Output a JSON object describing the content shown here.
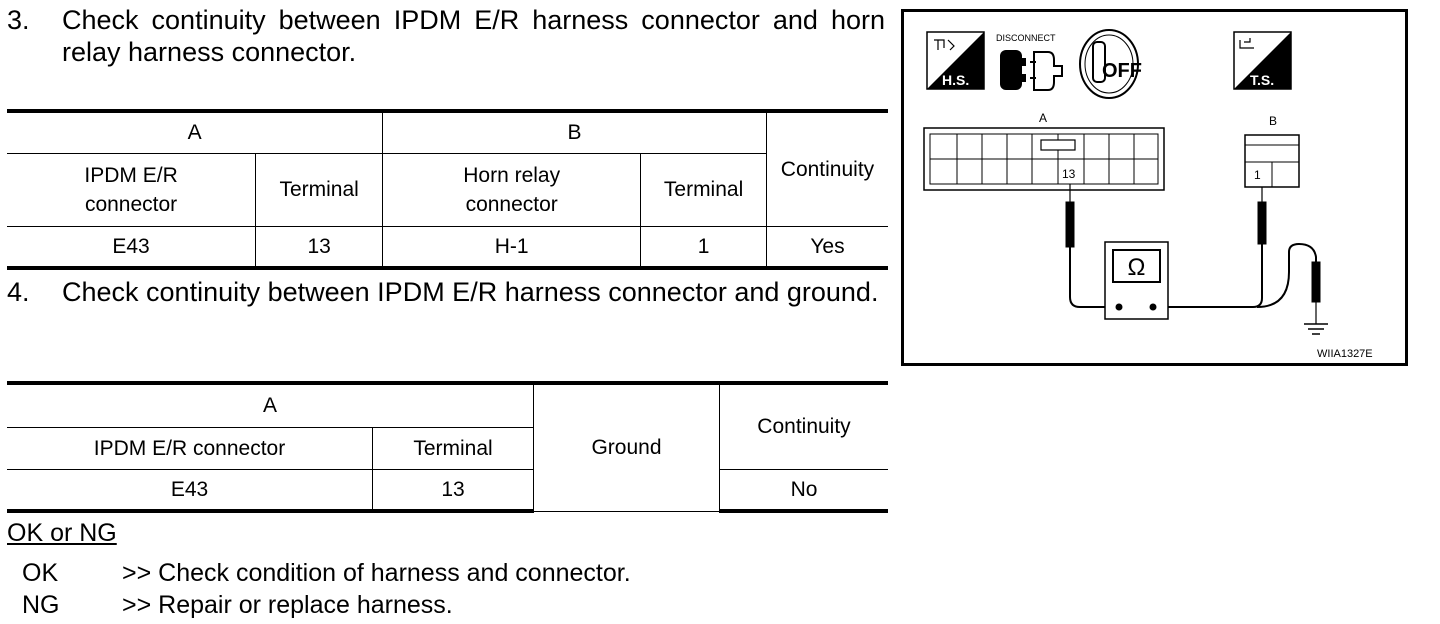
{
  "step3": {
    "num": "3.",
    "text": "Check continuity between IPDM E/R harness connector and horn relay harness connector."
  },
  "table1": {
    "groupA": "A",
    "groupB": "B",
    "continuity": "Continuity",
    "h_ipdm": "IPDM E/R connector",
    "h_termA": "Terminal",
    "h_horn": "Horn relay connector",
    "h_termB": "Terminal",
    "row": {
      "conn_a": "E43",
      "term_a": "13",
      "conn_b": "H-1",
      "term_b": "1",
      "result": "Yes"
    }
  },
  "step4": {
    "num": "4.",
    "text": "Check continuity between IPDM E/R harness connector and ground."
  },
  "table2": {
    "groupA": "A",
    "h_ipdm": "IPDM E/R connector",
    "h_term": "Terminal",
    "ground": "Ground",
    "continuity": "Continuity",
    "row": {
      "conn": "E43",
      "term": "13",
      "result": "No"
    }
  },
  "okng": {
    "title": "OK or NG",
    "ok_key": "OK",
    "ok_text": ">> Check condition of harness and connector.",
    "ng_key": "NG",
    "ng_text": ">> Repair or replace harness."
  },
  "diagram": {
    "hs": "H.S.",
    "disconnect": "DISCONNECT",
    "off": "OFF",
    "ts": "T.S.",
    "conn_a": "A",
    "conn_b": "B",
    "term_a": "13",
    "term_b": "1",
    "ohm": "Ω",
    "code": "WIIA1327E"
  }
}
